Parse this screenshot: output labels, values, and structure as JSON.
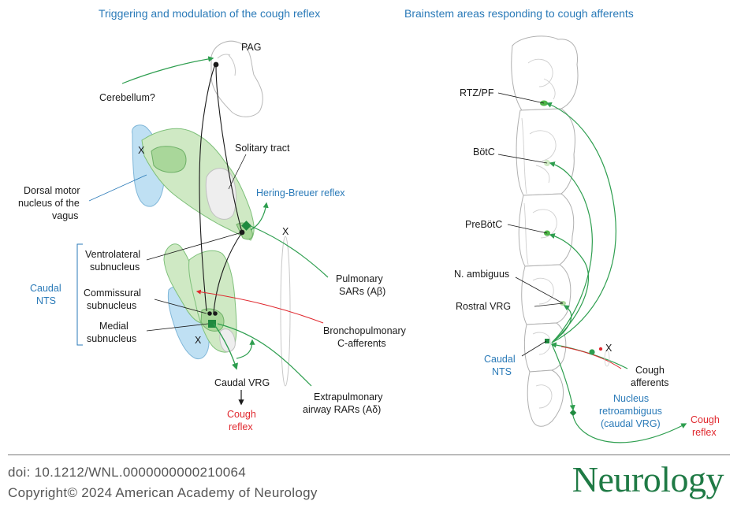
{
  "left_panel": {
    "title": "Triggering and modulation of the cough reflex",
    "labels": {
      "pag": "PAG",
      "cerebellum": "Cerebellum?",
      "x_upper": "X",
      "solitary_tract": "Solitary tract",
      "dmnv_1": "Dorsal motor",
      "dmnv_2": "nucleus of the",
      "dmnv_3": "vagus",
      "hering_breuer": "Hering-Breuer reflex",
      "x_right": "X",
      "ventrolateral_1": "Ventrolateral",
      "ventrolateral_2": "subnucleus",
      "caudal_nts_1": "Caudal",
      "caudal_nts_2": "NTS",
      "commissural_1": "Commissural",
      "commissural_2": "subnucleus",
      "medial_1": "Medial",
      "medial_2": "subnucleus",
      "x_lower": "X",
      "pulmonary_1": "Pulmonary",
      "pulmonary_2": "SARs (Aβ)",
      "broncho_1": "Bronchopulmonary",
      "broncho_2": "C-afferents",
      "caudal_vrg": "Caudal VRG",
      "extrapulm_1": "Extrapulmonary",
      "extrapulm_2": "airway RARs (Aδ)",
      "cough_1": "Cough",
      "cough_2": "reflex"
    }
  },
  "right_panel": {
    "title": "Brainstem areas responding to cough afferents",
    "labels": {
      "rtz": "RTZ/PF",
      "botc": "BötC",
      "prebotc": "PreBötC",
      "n_ambiguus": "N. ambiguus",
      "rostral_vrg": "Rostral VRG",
      "caudal_nts_1": "Caudal",
      "caudal_nts_2": "NTS",
      "x": "X",
      "cough_aff_1": "Cough",
      "cough_aff_2": "afferents",
      "nra_1": "Nucleus",
      "nra_2": "retroambiguus",
      "nra_3": "(caudal VRG)",
      "cough_1": "Cough",
      "cough_2": "reflex"
    }
  },
  "footer": {
    "doi": "doi: 10.1212/WNL.0000000000210064",
    "copyright": "Copyright© 2024 American Academy of Neurology",
    "logo": "Neurology"
  },
  "colors": {
    "green_line": "#2e9e4f",
    "green_fill_light": "#cfe9c4",
    "green_fill_mid": "#a9d79a",
    "blue_fill": "#bfe0f3",
    "blue_text": "#2a7ab8",
    "red": "#e0282e",
    "logo_green": "#1f7a45"
  }
}
